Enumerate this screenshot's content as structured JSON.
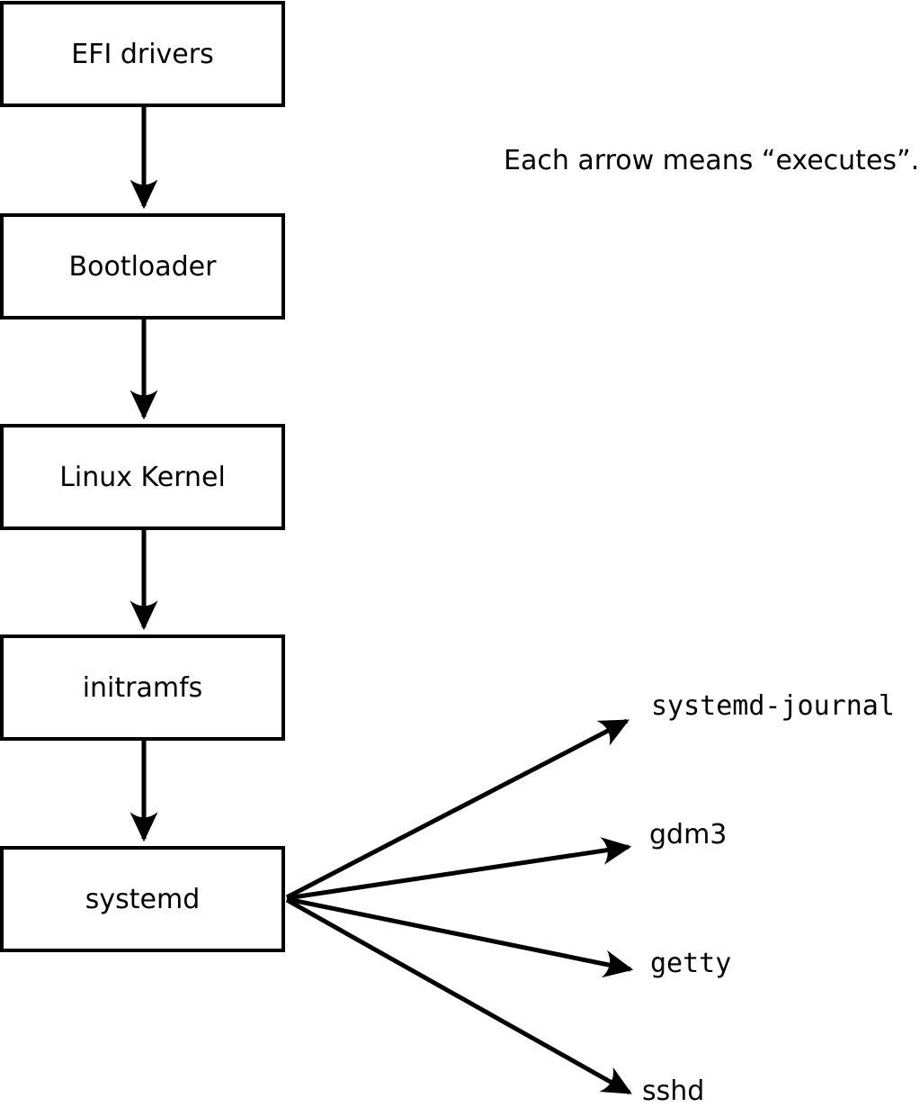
{
  "annotation": "Each arrow means “executes”.",
  "arrow_semantics": "executes",
  "colors": {
    "foreground": "#000000",
    "background": "#ffffff"
  },
  "boot_chain": [
    {
      "label": "EFI drivers"
    },
    {
      "label": "Bootloader"
    },
    {
      "label": "Linux Kernel"
    },
    {
      "label": "initramfs"
    },
    {
      "label": "systemd"
    }
  ],
  "spawned_processes": [
    {
      "label": "systemd-journal"
    },
    {
      "label": "gdm3"
    },
    {
      "label": "getty"
    },
    {
      "label": "sshd"
    }
  ]
}
